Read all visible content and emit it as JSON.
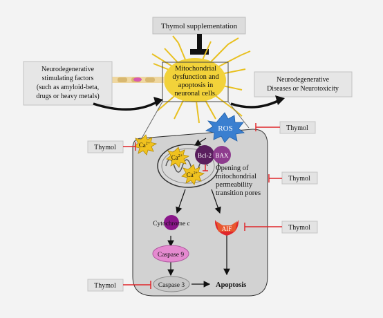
{
  "title_box": "Thymol supplementation",
  "left_factors": [
    "Neurodegenerative",
    "stimulating factors",
    "(such as  amyloid-beta,",
    "drugs or heavy metals)"
  ],
  "center_box": [
    "Mitochondrial",
    "dysfunction and",
    "apoptosis in",
    "neuronal cells."
  ],
  "right_outcome": [
    "Neurodegenerative",
    "Diseases or Neurotoxicity"
  ],
  "ros": "ROS",
  "thymol": "Thymol",
  "calcium": "Ca",
  "calcium_sup": "2+",
  "bcl2": "Bcl-2",
  "bax": "BAX",
  "mptp": [
    "Opening of",
    "mitochondrial",
    "permeability",
    "transition pores"
  ],
  "cytochrome": "Cytochrome c",
  "caspase9": "Caspase 9",
  "caspase3": "Caspase 3",
  "aif": "AIF",
  "apoptosis": "Apoptosis",
  "colors": {
    "background": "#f3f3f3",
    "inhibit_red": "#e0262b",
    "ros_blue": "#3a7fd0",
    "calcium_yellow": "#f0c21f",
    "neuron_yellow": "#e8c020",
    "purple": "#7a2a7a",
    "caspase9_pink": "#e58ad0",
    "aif_red": "#e0262b",
    "cell_gray": "#d2d2d2"
  }
}
